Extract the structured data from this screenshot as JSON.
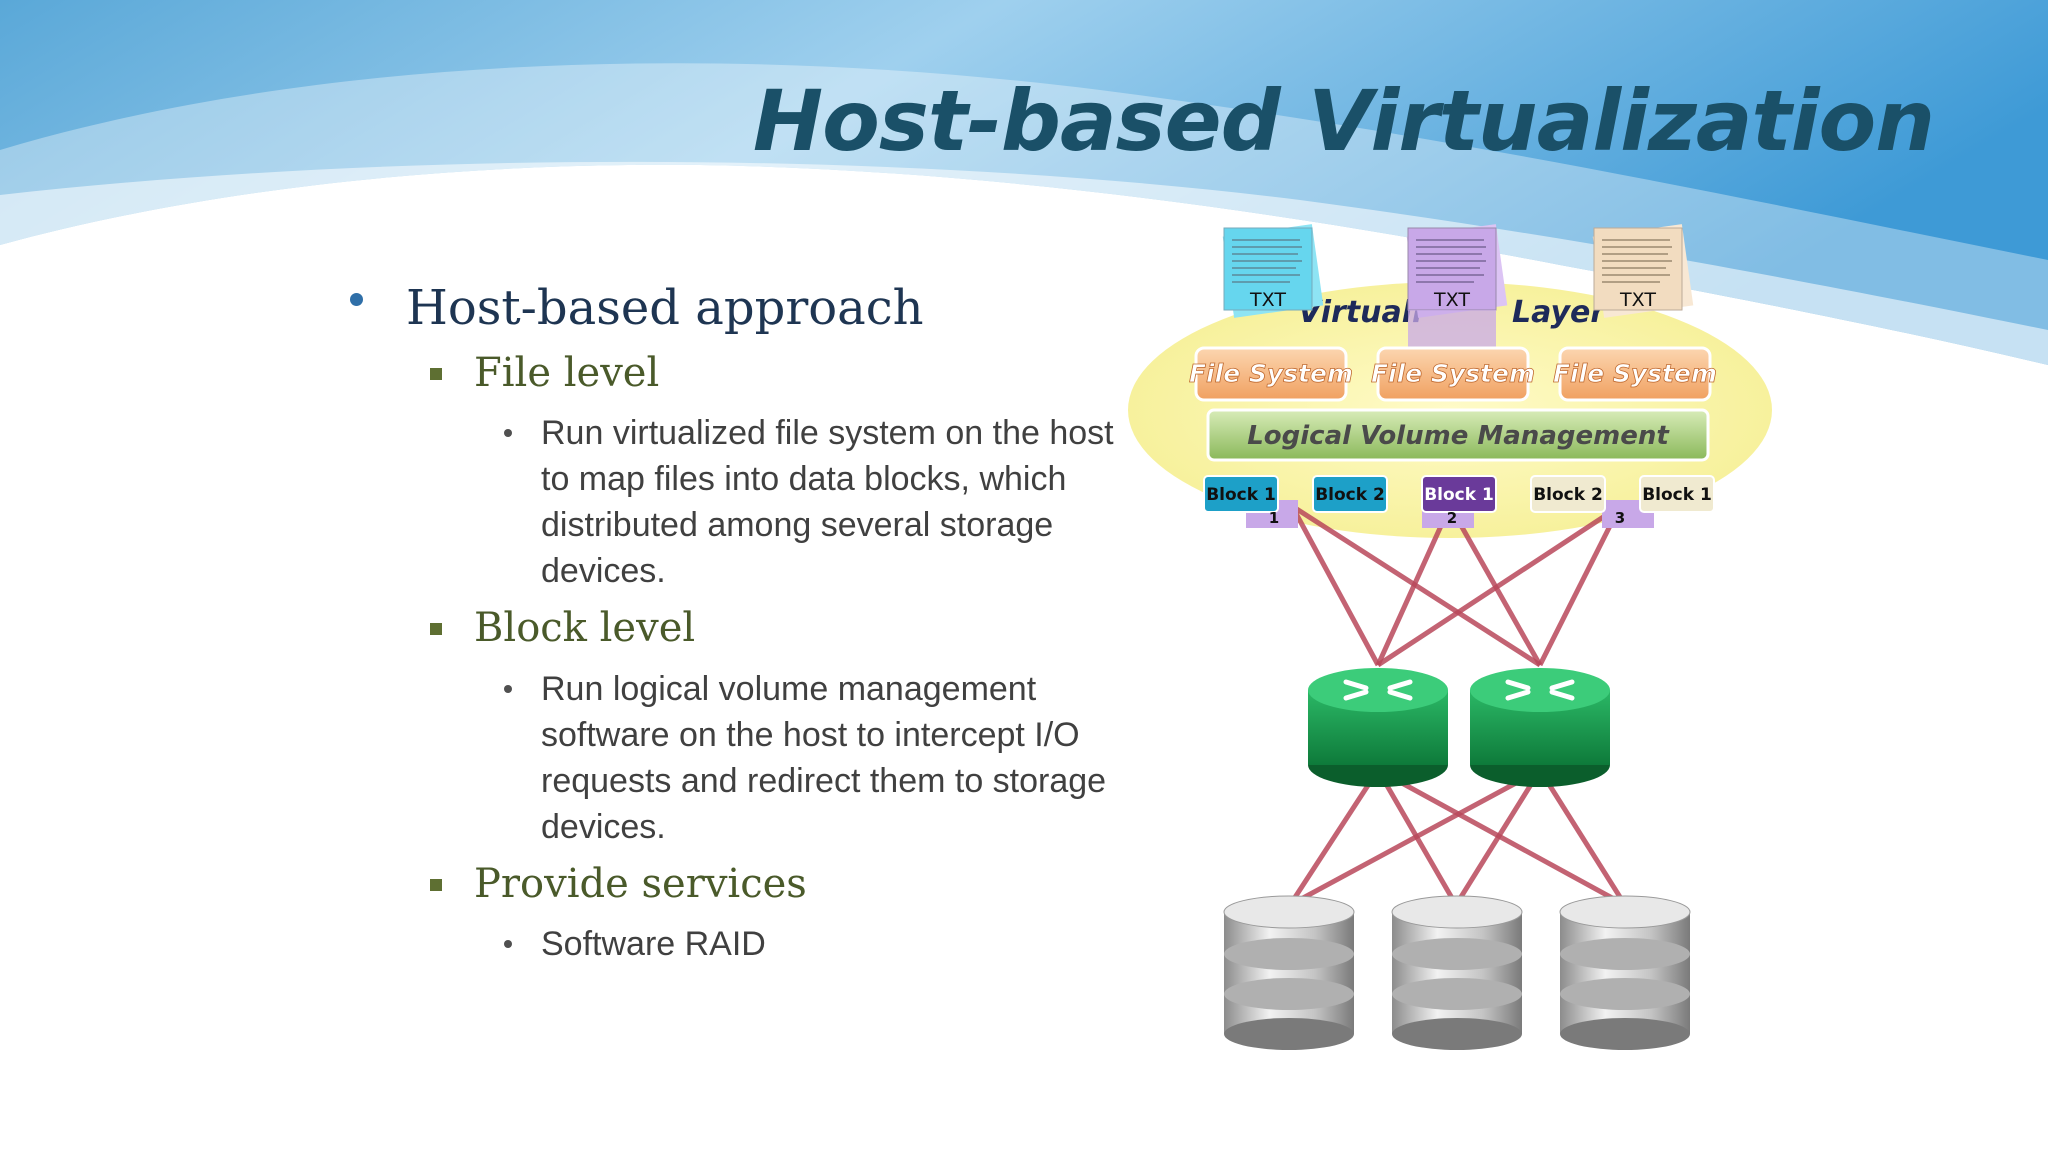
{
  "slide": {
    "title": "Host-based Virtualization",
    "bullets": {
      "main": "Host-based approach",
      "items": [
        {
          "label": "File level",
          "detail": "Run virtualized file system on the host to map files into data blocks, which distributed among several storage devices."
        },
        {
          "label": "Block level",
          "detail": "Run logical volume management software on the host to intercept I/O requests and redirect them to storage devices."
        },
        {
          "label": "Provide services",
          "detail": "Software RAID"
        }
      ]
    }
  },
  "diagram": {
    "layer_label_left": "Virtuali",
    "layer_label_right": "Layer",
    "file_labels": [
      "TXT",
      "TXT",
      "TXT"
    ],
    "file_systems": [
      "File System",
      "File System",
      "File System"
    ],
    "lvm_label": "Logical Volume Management",
    "blocks": [
      "Block 1",
      "Block 2",
      "Block 1",
      "Block 2",
      "Block 1"
    ],
    "block_numbers": [
      "1",
      "2",
      "3"
    ],
    "colors": {
      "file_blue": "#66d6ee",
      "file_purple": "#c8a8e8",
      "file_beige": "#f2dcc0",
      "file_system": "#f0a86a",
      "lvm": "#a8c878",
      "block_blue": "#1da0c8",
      "block_purple": "#6a3a9a",
      "block_cream": "#f0ead0",
      "router": "#1a9a50",
      "cable": "#b04050"
    }
  }
}
